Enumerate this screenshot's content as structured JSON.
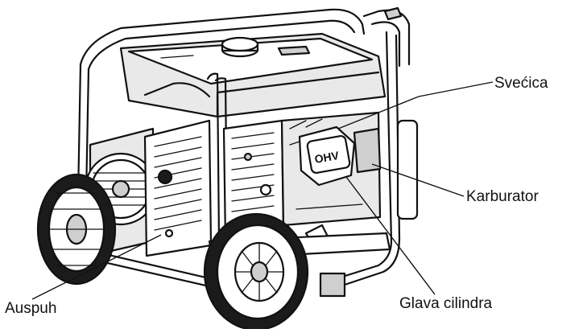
{
  "callouts": {
    "spark_plug": "Svećica",
    "carburetor": "Karburator",
    "cylinder_head": "Glava cilindra",
    "exhaust": "Auspuh"
  },
  "engine_badge": "OHV"
}
